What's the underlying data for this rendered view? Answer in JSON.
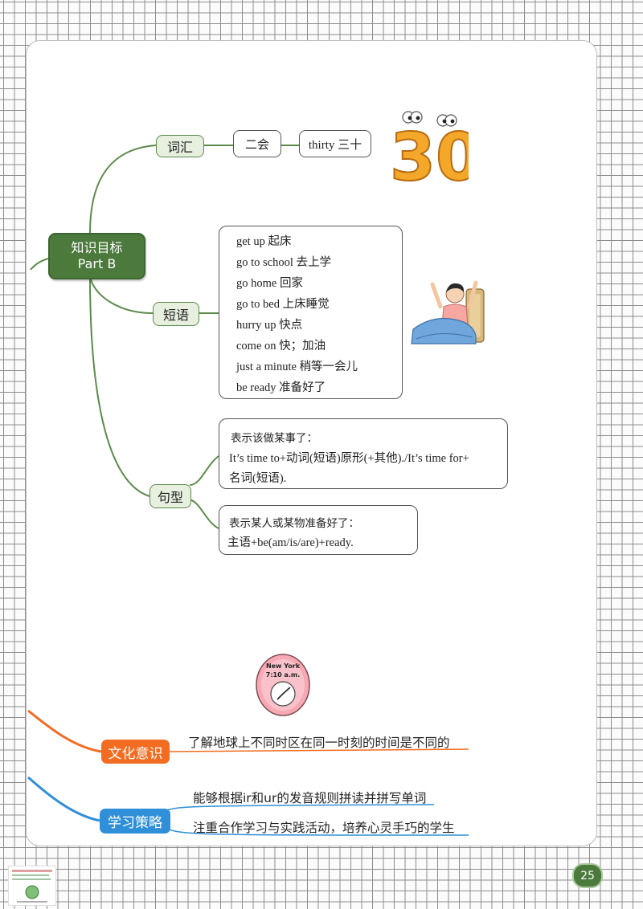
{
  "root": {
    "line1": "知识目标",
    "line2": "Part B"
  },
  "vocab": {
    "label": "词汇",
    "level": "二会",
    "word": "thirty 三十",
    "number_art": "30"
  },
  "phrases": {
    "label": "短语",
    "items": [
      "get up 起床",
      "go to school 去上学",
      "go home 回家",
      "go to bed 上床睡觉",
      "hurry up 快点",
      "come on 快；加油",
      "just a minute 稍等一会儿",
      "be ready 准备好了"
    ]
  },
  "sentences": {
    "label": "句型",
    "box1": {
      "title": "表示该做某事了：",
      "line1": "It’s time to+动词(短语)原形(+其他)./It’s time for+",
      "line2": "名词(短语)."
    },
    "box2": {
      "title": "表示某人或某物准备好了：",
      "line1": "主语+be(am/is/are)+ready."
    }
  },
  "culture": {
    "label": "文化意识",
    "text": "了解地球上不同时区在同一时刻的时间是不同的",
    "color": "#f26c22"
  },
  "strategy": {
    "label": "学习策略",
    "items": [
      "能够根据ir和ur的发音规则拼读并拼写单词",
      "注重合作学习与实践活动，培养心灵手巧的学生"
    ],
    "color": "#2f8fd8"
  },
  "clock": {
    "city": "New York",
    "time": "7:10 a.m."
  },
  "page_number": "25",
  "colors": {
    "green_dark": "#4b7a3c",
    "green_light": "#e7efdf"
  }
}
